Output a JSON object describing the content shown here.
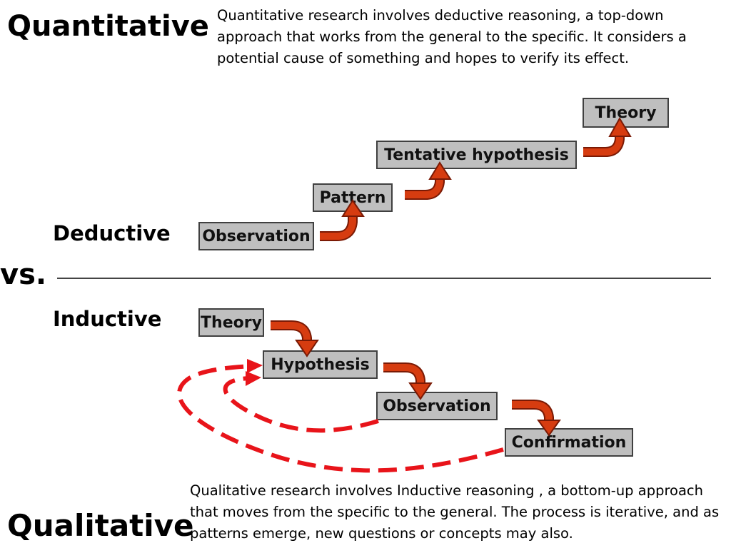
{
  "quantitative": {
    "heading": "Quantitative",
    "description": "Quantitative research involves deductive reasoning, a top-down approach that works from the general to the specific. It considers a potential cause of something and hopes to verify its effect."
  },
  "qualitative": {
    "heading": "Qualitative",
    "description": "Qualitative research involves Inductive reasoning , a bottom-up approach that moves from the specific to the general. The process is iterative, and as patterns emerge, new questions or concepts may also."
  },
  "divider_label": "vs.",
  "deductive": {
    "label": "Deductive",
    "steps": [
      "Observation",
      "Pattern",
      "Tentative hypothesis",
      "Theory"
    ]
  },
  "inductive": {
    "label": "Inductive",
    "steps": [
      "Theory",
      "Hypothesis",
      "Observation",
      "Confirmation"
    ]
  },
  "colors": {
    "box_fill": "#bfbfbf",
    "box_border": "#404040",
    "step_arrow": "#d63c10",
    "feedback_arrow": "#e8141a"
  }
}
